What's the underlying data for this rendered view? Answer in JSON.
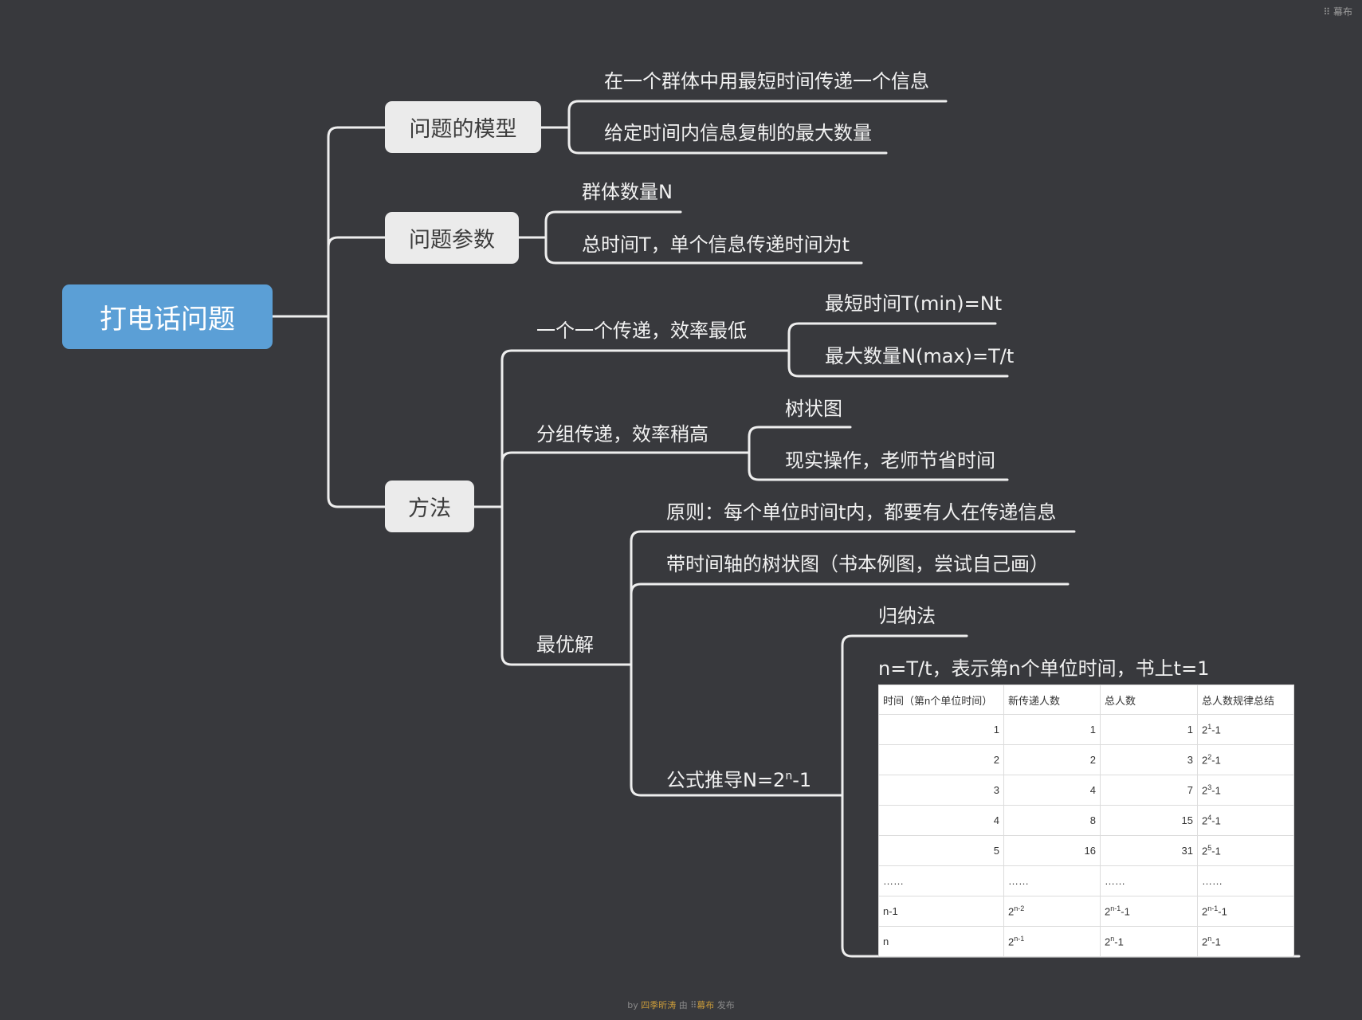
{
  "brand": {
    "logo_icon": "mubu-logo-icon",
    "logo_text": "幕布"
  },
  "root": {
    "label": "打电话问题"
  },
  "nodes": {
    "model": {
      "label": "问题的模型",
      "children": [
        "在一个群体中用最短时间传递一个信息",
        "给定时间内信息复制的最大数量"
      ]
    },
    "params": {
      "label": "问题参数",
      "children": [
        "群体数量N",
        "总时间T，单个信息传递时间为t"
      ]
    },
    "method": {
      "label": "方法",
      "one_by_one": {
        "label": "一个一个传递，效率最低",
        "children": [
          "最短时间T(min)=Nt",
          "最大数量N(max)=T/t"
        ]
      },
      "group": {
        "label": "分组传递，效率稍高",
        "children": [
          "树状图",
          "现实操作，老师节省时间"
        ]
      },
      "optimal": {
        "label": "最优解",
        "principle": "原则：每个单位时间t内，都要有人在传递信息",
        "tree": "带时间轴的树状图（书本例图，尝试自己画）",
        "formula": {
          "label_prefix": "公式推导N=2",
          "label_sup": "n",
          "label_suffix": "-1",
          "induction": "归纳法",
          "definition": "n=T/t，表示第n个单位时间，书上t=1"
        }
      }
    }
  },
  "table": {
    "headers": [
      "时间（第n个单位时间）",
      "新传递人数",
      "总人数",
      "总人数规律总结"
    ],
    "rows": [
      {
        "n": "1",
        "new": "1",
        "total": "1",
        "rule": {
          "base": "2",
          "exp": "1",
          "tail": "-1"
        }
      },
      {
        "n": "2",
        "new": "2",
        "total": "3",
        "rule": {
          "base": "2",
          "exp": "2",
          "tail": "-1"
        }
      },
      {
        "n": "3",
        "new": "4",
        "total": "7",
        "rule": {
          "base": "2",
          "exp": "3",
          "tail": "-1"
        }
      },
      {
        "n": "4",
        "new": "8",
        "total": "15",
        "rule": {
          "base": "2",
          "exp": "4",
          "tail": "-1"
        }
      },
      {
        "n": "5",
        "new": "16",
        "total": "31",
        "rule": {
          "base": "2",
          "exp": "5",
          "tail": "-1"
        }
      }
    ],
    "ellipsis": "……",
    "row_n_minus_1": {
      "n": "n-1",
      "new": {
        "base": "2",
        "exp": "n-2",
        "tail": ""
      },
      "total": {
        "base": "2",
        "exp": "n-1",
        "tail": "-1"
      },
      "rule": {
        "base": "2",
        "exp": "n-1",
        "tail": "-1"
      }
    },
    "row_n": {
      "n": "n",
      "new": {
        "base": "2",
        "exp": "n-1",
        "tail": ""
      },
      "total": {
        "base": "2",
        "exp": "n",
        "tail": "-1"
      },
      "rule": {
        "base": "2",
        "exp": "n",
        "tail": "-1"
      }
    }
  },
  "footer": {
    "by": "by",
    "author": "四季昕涛",
    "via": "由",
    "brand": "幕布",
    "publish": "发布"
  }
}
